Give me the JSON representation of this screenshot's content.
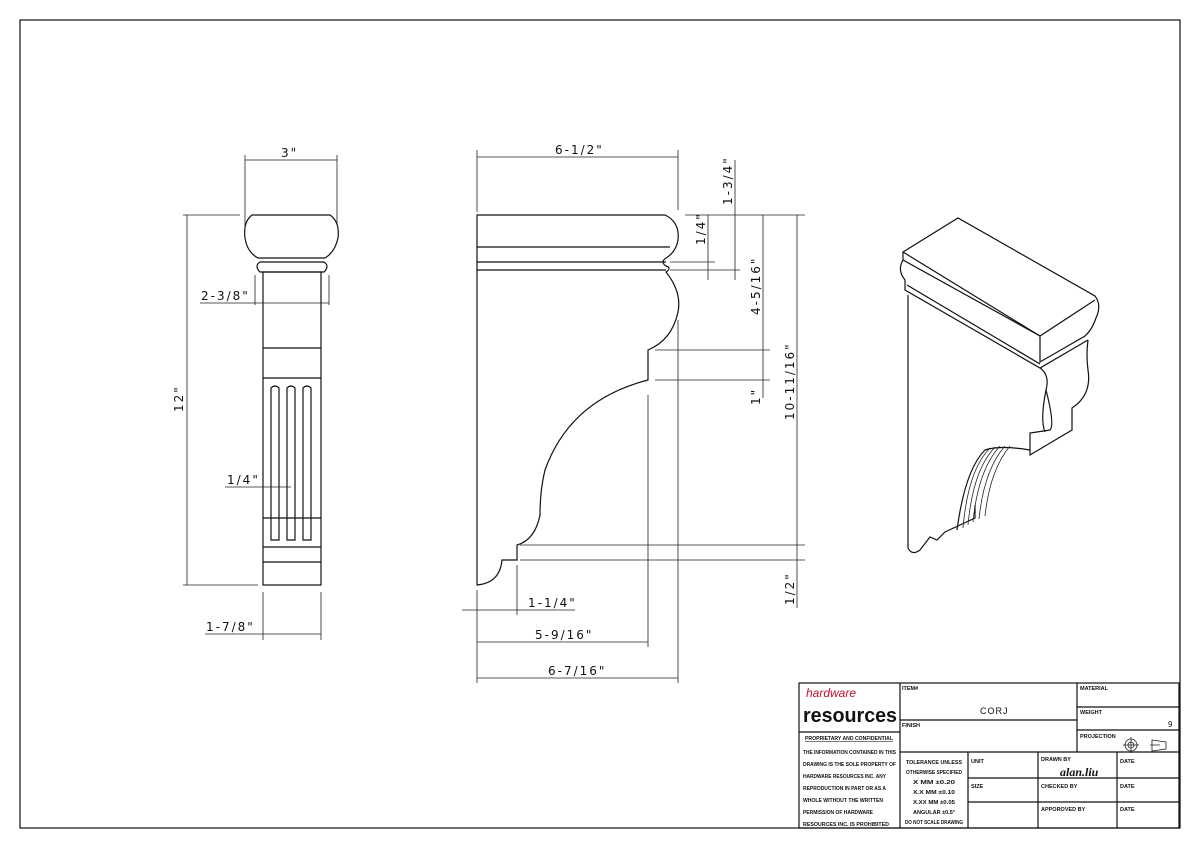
{
  "drawing": {
    "front_view": {
      "dimensions": {
        "width_top": "3\"",
        "neck": "2-3/8\"",
        "height": "12\"",
        "flute": "1/4\"",
        "width_bottom": "1-7/8\""
      }
    },
    "side_view": {
      "dimensions": {
        "top_depth": "6-1/2\"",
        "band": "1/4\"",
        "cap_height": "1-3/4\"",
        "upper_profile": "4-5/16\"",
        "step": "1\"",
        "overall_height": "10-11/16\"",
        "base_step": "1/2\"",
        "toe": "1-1/4\"",
        "mid_depth": "5-9/16\"",
        "base_depth": "6-7/16\""
      }
    }
  },
  "title_block": {
    "logo": {
      "line1": "hardware",
      "line2": "resources",
      "accent": "#c8102e"
    },
    "proprietary_heading": "PROPRIETARY AND CONFIDENTIAL",
    "proprietary_text": [
      "THE INFORMATION CONTAINED IN THIS",
      "DRAWING IS THE SOLE PROPERTY OF",
      "HARDWARE RESOURCES INC.  ANY",
      "REPRODUCTION IN PART OR AS A",
      "WHOLE  WITHOUT THE WRITTEN",
      "PERMISSION OF HARDWARE",
      "RESOURCES INC. IS PROHIBITED"
    ],
    "item_label": "ITEM#",
    "item_value": "CORJ",
    "finish_label": "FINISH",
    "material_label": "MATERIAL",
    "weight_label": "WEIGHT",
    "weight_value": "9",
    "projection_label": "PROJECTION",
    "tolerance": [
      "TOLERANCE UNLESS",
      "OTHERWISE SPECIFIED",
      "X   MM   ±0.20",
      "X.X  MM   ±0.10",
      "X.XX  MM  ±0.05",
      "ANGULAR    ±0.5°",
      "DO NOT SCALE DRAWING"
    ],
    "unit_label": "UNIT",
    "size_label": "SIZE",
    "drawn_by_label": "DRAWN BY",
    "drawn_by_value": "alan.liu",
    "checked_by_label": "CHECKED BY",
    "approved_by_label": "APPOROVED BY",
    "date_label": "DATE"
  }
}
